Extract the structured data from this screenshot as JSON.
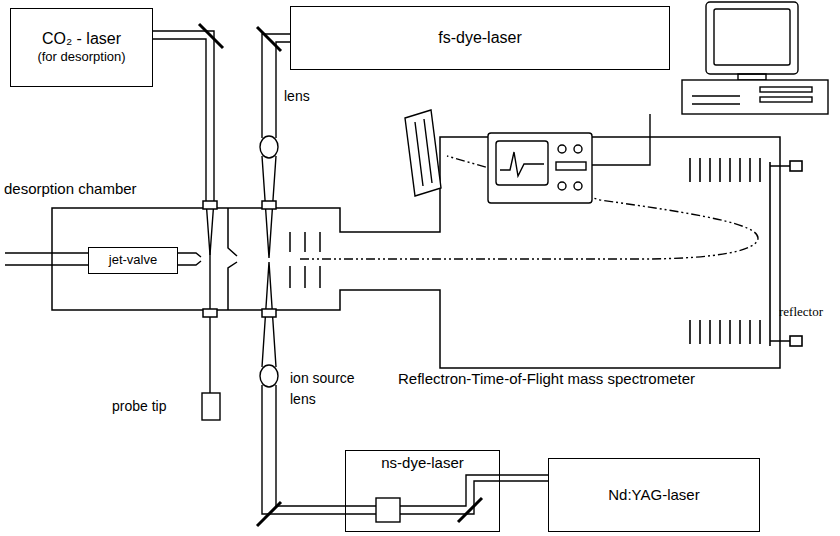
{
  "diagram": {
    "nodes": [
      {
        "text": [
          "CO₂ - laser",
          "(for desorption)"
        ]
      },
      {
        "text": [
          "fs-dye-laser"
        ]
      },
      {
        "text": [
          "jet-valve"
        ]
      },
      {
        "text": [
          "ns-dye-laser"
        ]
      },
      {
        "text": [
          "Nd:YAG-laser"
        ]
      }
    ],
    "edges": [
      {
        "from": 4,
        "to": 3,
        "arrow": "none"
      }
    ],
    "labels": [
      "desorption chamber",
      "lens",
      "reflector",
      "ion source",
      "Reflectron-Time-of-Flight mass spectrometer",
      "probe tip",
      "lens"
    ]
  }
}
